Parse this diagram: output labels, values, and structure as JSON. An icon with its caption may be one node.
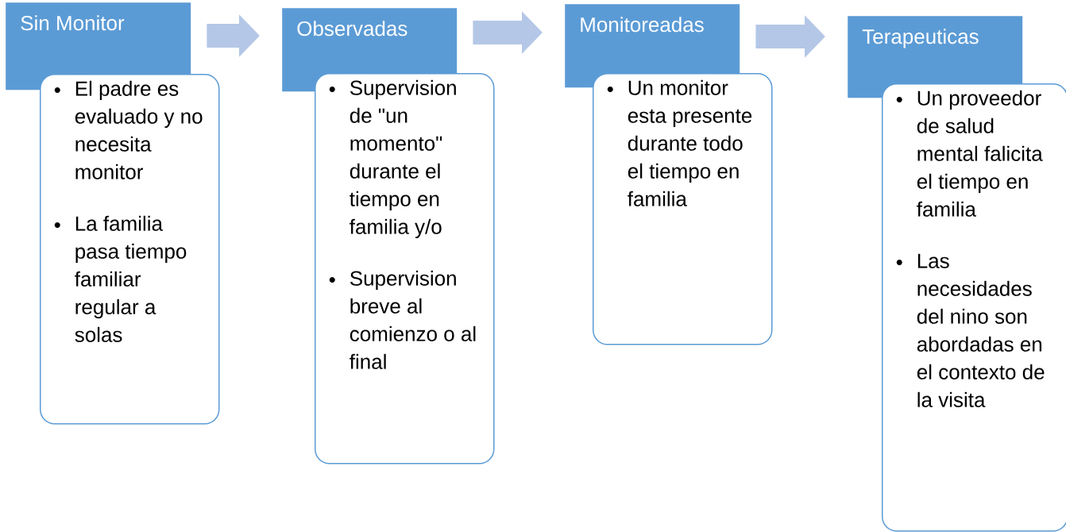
{
  "diagram": {
    "nodes": [
      {
        "text": [
          "Sin Monitor"
        ]
      },
      {
        "text": [
          "El padre es evaluado y no necesita monitor",
          "La familia pasa tiempo familiar regular a solas"
        ]
      },
      {
        "text": [
          "Observadas"
        ]
      },
      {
        "text": [
          "Supervision de \"un momento\" durante el tiempo en familia y/o",
          "Supervision breve al comienzo o al final"
        ]
      },
      {
        "text": [
          "Monitoreadas"
        ]
      },
      {
        "text": [
          "Un monitor esta presente durante todo el tiempo en familia"
        ]
      },
      {
        "text": [
          "Terapeuticas"
        ]
      },
      {
        "text": [
          "Un proveedor de salud mental falicita el tiempo en familia",
          "Las necesidades del nino son abordadas en el contexto de la visita"
        ]
      }
    ],
    "edges": [
      {
        "from": 0,
        "to": 2,
        "arrow": "to"
      },
      {
        "from": 2,
        "to": 4,
        "arrow": "to"
      },
      {
        "from": 4,
        "to": 6,
        "arrow": "to"
      }
    ]
  }
}
